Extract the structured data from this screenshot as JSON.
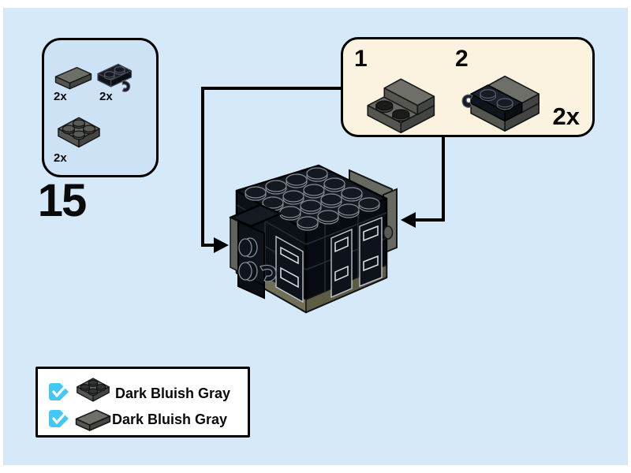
{
  "page": {
    "background_color": "#d6e9f8",
    "frame_color": "#ffffff"
  },
  "step": {
    "number": "15"
  },
  "parts_box": {
    "items": [
      {
        "piece": "tile-1x2-dark-bluish-gray",
        "count": "2x"
      },
      {
        "piece": "plate-1x2-with-clip-black",
        "count": "2x"
      },
      {
        "piece": "plate-2x2-dark-bluish-gray",
        "count": "2x"
      }
    ]
  },
  "callout": {
    "count": "2x",
    "steps": [
      {
        "label": "1",
        "piece": "plate-2x2-with-tile-1x2"
      },
      {
        "label": "2",
        "piece": "plate-2x2-with-tile-1x2-and-clip-plate"
      }
    ]
  },
  "legend": {
    "rows": [
      {
        "checked": true,
        "piece": "plate-2x2",
        "label": "Dark Bluish Gray"
      },
      {
        "checked": true,
        "piece": "tile-1x2",
        "label": "Dark Bluish Gray"
      }
    ]
  },
  "colors": {
    "checkbox_cyan": "#43c7f4",
    "dark_bluish_gray": "#6e7067",
    "black_piece": "#141821",
    "olive_base": "#716f55",
    "callout_fill": "#fbf3df",
    "parts_box_fill": "#cde2f4"
  }
}
